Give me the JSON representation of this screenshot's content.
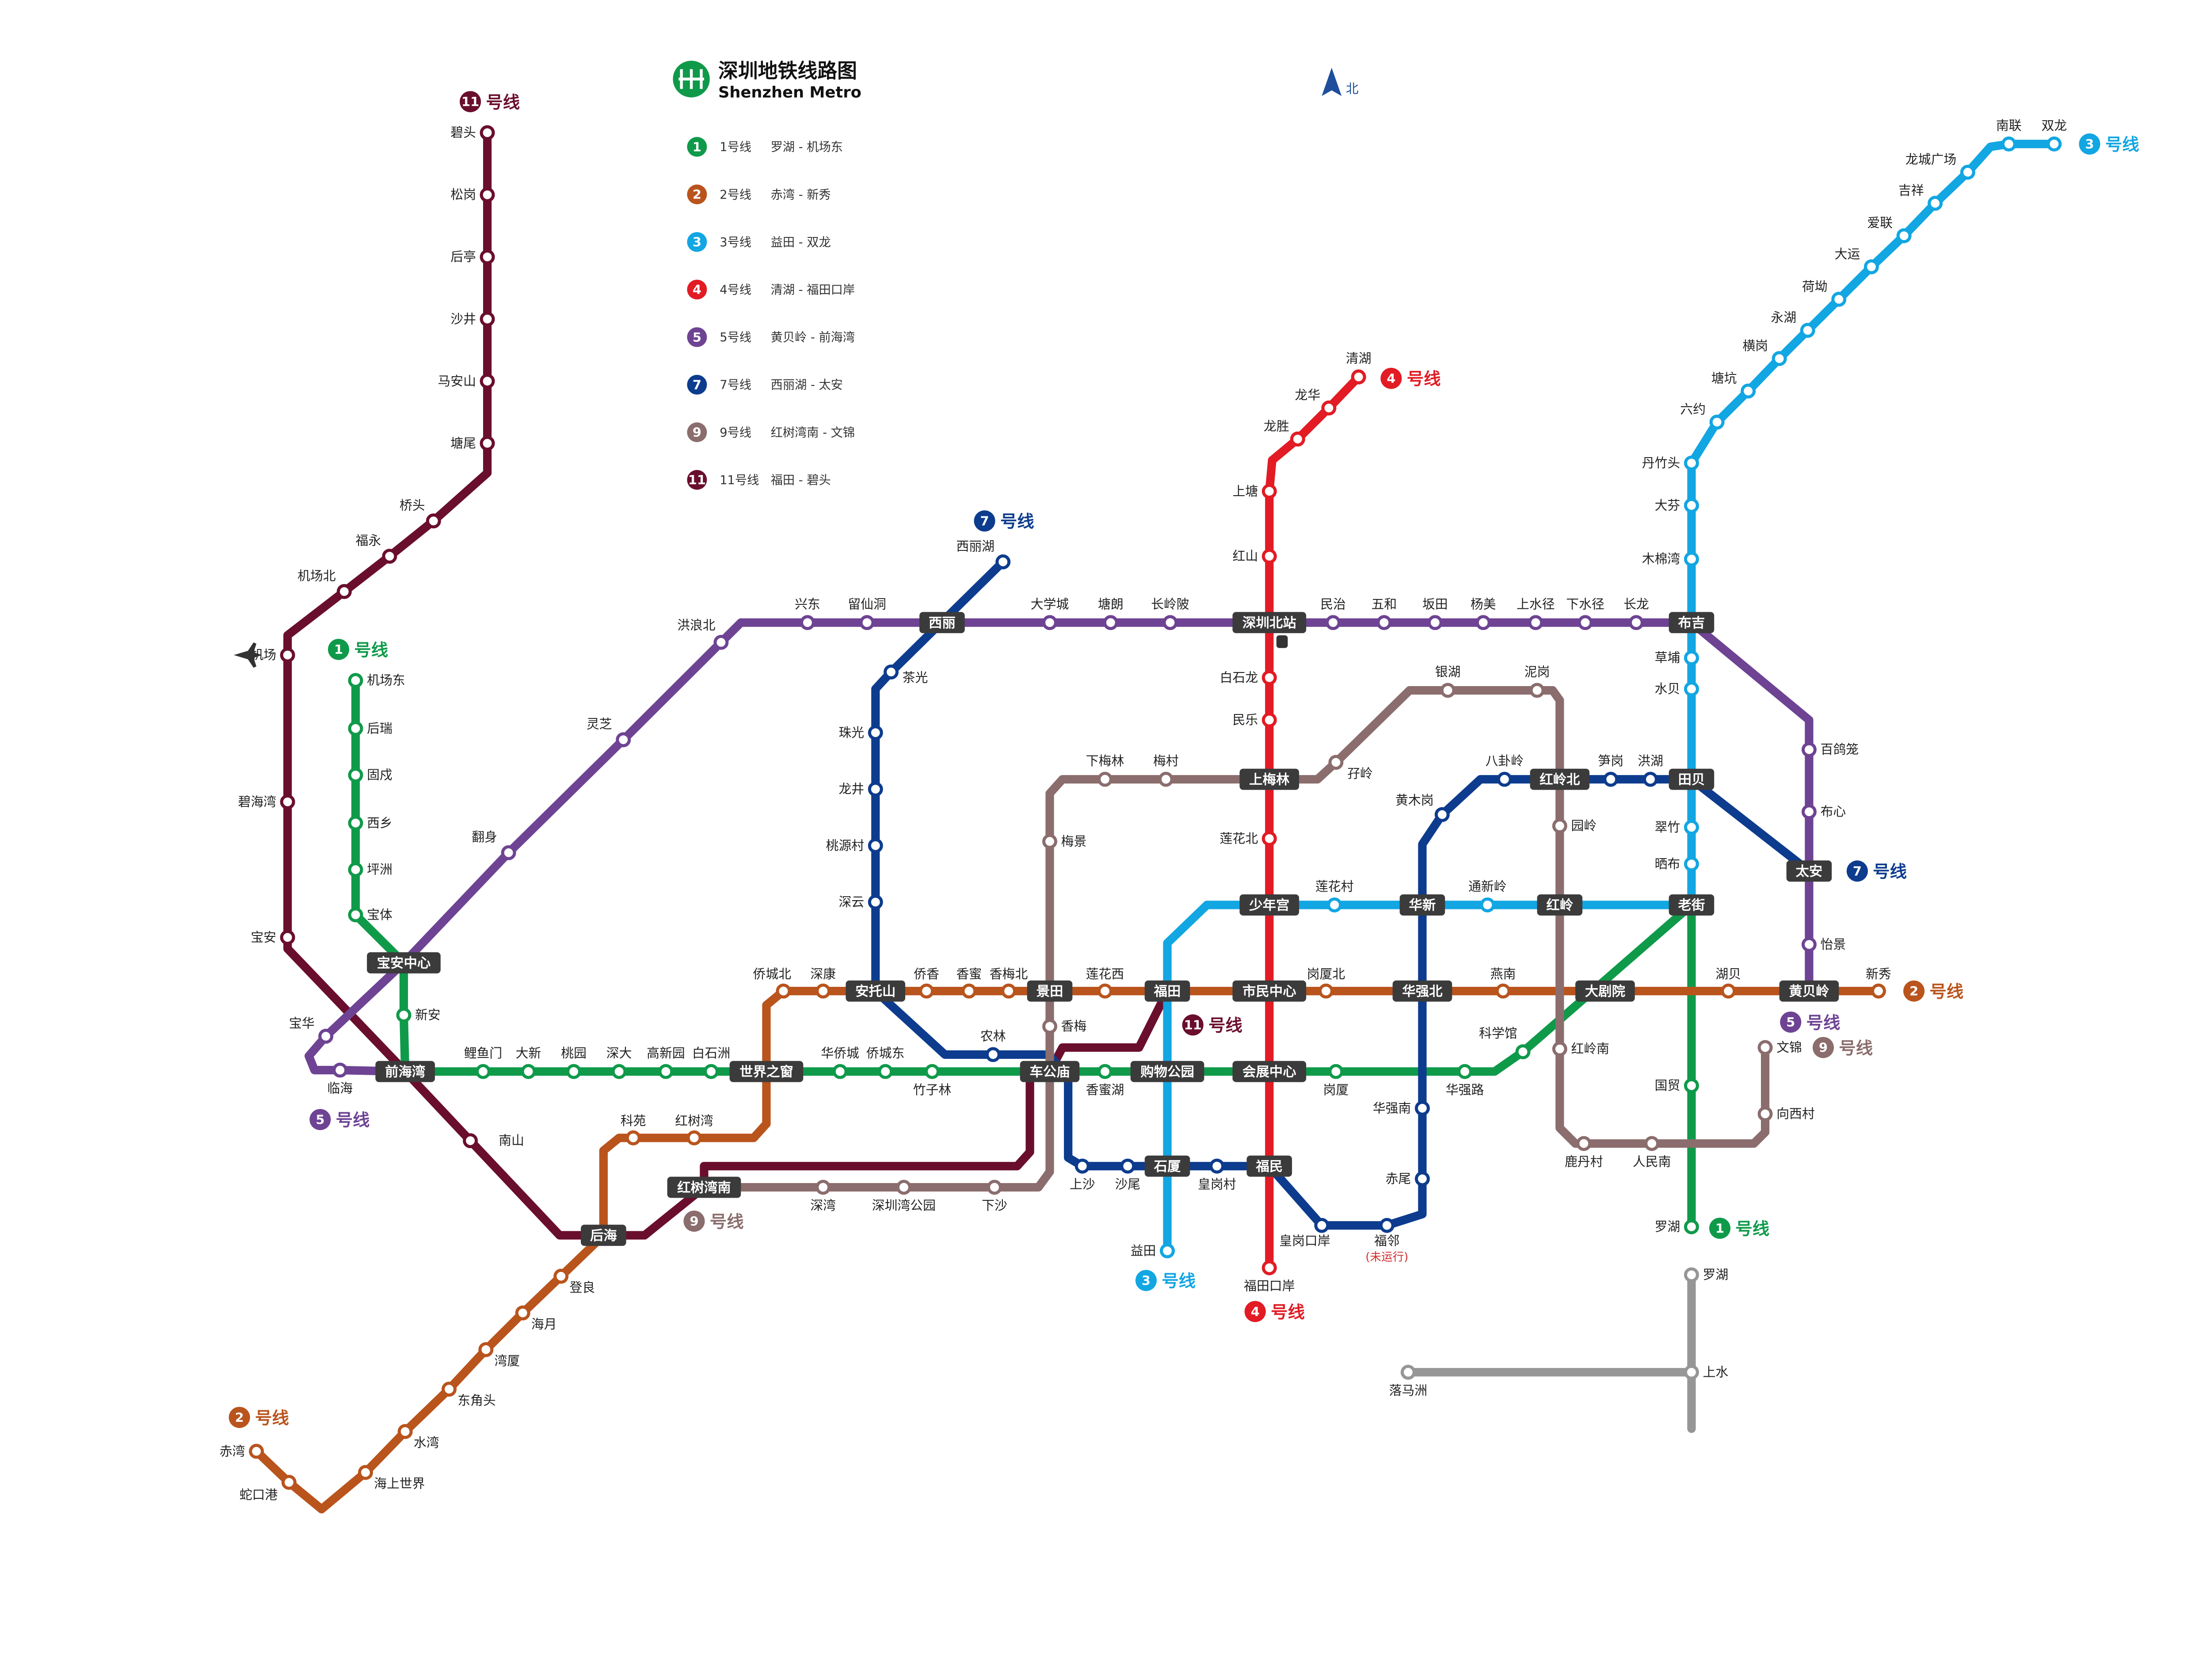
{
  "title": {
    "zh": "深圳地铁线路图",
    "en": "Shenzhen Metro"
  },
  "north_label": "北",
  "lines": [
    {
      "id": "L1",
      "number": "1",
      "name": "1号线",
      "label": "号线",
      "termini": "罗湖 - 机场东",
      "color": "#0f9a4a"
    },
    {
      "id": "L2",
      "number": "2",
      "name": "2号线",
      "label": "号线",
      "termini": "赤湾 - 新秀",
      "color": "#b9541d"
    },
    {
      "id": "L3",
      "number": "3",
      "name": "3号线",
      "label": "号线",
      "termini": "益田 - 双龙",
      "color": "#12a6e2"
    },
    {
      "id": "L4",
      "number": "4",
      "name": "4号线",
      "label": "号线",
      "termini": "清湖 - 福田口岸",
      "color": "#e21b24"
    },
    {
      "id": "L5",
      "number": "5",
      "name": "5号线",
      "label": "号线",
      "termini": "黄贝岭 - 前海湾",
      "color": "#6e4393"
    },
    {
      "id": "L7",
      "number": "7",
      "name": "7号线",
      "label": "号线",
      "termini": "西丽湖 - 太安",
      "color": "#0d3c8e"
    },
    {
      "id": "L9",
      "number": "9",
      "name": "9号线",
      "label": "号线",
      "termini": "红树湾南 - 文锦",
      "color": "#8b6d6d"
    },
    {
      "id": "L11",
      "number": "11",
      "name": "11号线",
      "label": "号线",
      "termini": "福田 - 碧头",
      "color": "#6a0e2e"
    }
  ],
  "extension_line_color": "#969696",
  "interchanges": {
    "I1": "宝安中心",
    "I2": "前海湾",
    "I3": "世界之窗",
    "I4": "车公庙",
    "I5": "购物公园",
    "I6": "会展中心",
    "I7": "西丽",
    "I8": "深圳北站",
    "I9": "布吉",
    "I10": "上梅林",
    "I11": "少年宫",
    "I12": "华新",
    "I13": "红岭",
    "I14": "老街",
    "I15": "红岭北",
    "I16": "田贝",
    "I17": "太安",
    "I18": "安托山",
    "I19": "景田",
    "I20": "福田",
    "I21": "市民中心",
    "I22": "华强北",
    "I23": "大剧院",
    "I24": "黄贝岭",
    "I25": "石厦",
    "I26": "福民",
    "I27": "红树湾南",
    "I28": "后海"
  },
  "stations": {
    "A1": "碧头",
    "A2": "松岗",
    "A3": "后亭",
    "A4": "沙井",
    "A5": "马安山",
    "A6": "塘尾",
    "A7": "桥头",
    "A8": "福永",
    "A9": "机场北",
    "A10": "机场",
    "A11": "碧海湾",
    "A12": "宝安",
    "A13": "南山",
    "B1": "机场东",
    "B2": "后瑞",
    "B3": "固戍",
    "B4": "西乡",
    "B5": "坪洲",
    "B6": "宝体",
    "B7": "新安",
    "B8": "鲤鱼门",
    "B9": "大新",
    "B10": "桃园",
    "B11": "深大",
    "B12": "高新园",
    "B13": "白石洲",
    "B14": "华侨城",
    "B15": "侨城东",
    "B16": "竹子林",
    "B17": "香蜜湖",
    "B18": "岗厦",
    "B19": "华强路",
    "B20": "科学馆",
    "B21": "国贸",
    "B22": "罗湖",
    "C1": "赤湾",
    "C2": "蛇口港",
    "C3": "海上世界",
    "C4": "水湾",
    "C5": "东角头",
    "C6": "湾厦",
    "C7": "海月",
    "C8": "登良",
    "C9": "科苑",
    "C10": "红树湾",
    "C11": "侨城北",
    "C12": "深康",
    "C13": "侨香",
    "C14": "香蜜",
    "C15": "香梅北",
    "C16": "莲花西",
    "C17": "岗厦北",
    "C18": "燕南",
    "C19": "湖贝",
    "C20": "新秀",
    "D1": "益田",
    "D2": "莲花村",
    "D3": "通新岭",
    "D4": "晒布",
    "D5": "翠竹",
    "D6": "水贝",
    "D7": "草埔",
    "D8": "木棉湾",
    "D9": "大芬",
    "D10": "丹竹头",
    "D11": "六约",
    "D12": "塘坑",
    "D13": "横岗",
    "D14": "永湖",
    "D15": "荷坳",
    "D16": "大运",
    "D17": "爱联",
    "D18": "吉祥",
    "D19": "龙城广场",
    "D20": "南联",
    "D21": "双龙",
    "E1": "福田口岸",
    "E2": "莲花北",
    "E3": "民乐",
    "E4": "白石龙",
    "E5": "红山",
    "E6": "上塘",
    "E7": "龙胜",
    "E8": "龙华",
    "E9": "清湖",
    "F1": "临海",
    "F2": "宝华",
    "F3": "翻身",
    "F4": "灵芝",
    "F5": "洪浪北",
    "F6": "兴东",
    "F7": "留仙洞",
    "F8": "大学城",
    "F9": "塘朗",
    "F10": "长岭陂",
    "F11": "民治",
    "F12": "五和",
    "F13": "坂田",
    "F14": "杨美",
    "F15": "上水径",
    "F16": "下水径",
    "F17": "长龙",
    "F18": "百鸽笼",
    "F19": "布心",
    "F20": "怡景",
    "G1": "西丽湖",
    "G2": "茶光",
    "G3": "珠光",
    "G4": "龙井",
    "G5": "桃源村",
    "G6": "深云",
    "G7": "农林",
    "G8": "上沙",
    "G9": "沙尾",
    "G10": "皇岗村",
    "G11": "皇岗口岸",
    "G12": "福邻",
    "G13": "赤尾",
    "G14": "华强南",
    "G15": "黄木岗",
    "G16": "八卦岭",
    "G17": "笋岗",
    "G18": "洪湖",
    "H1": "深湾",
    "H2": "深圳湾公园",
    "H3": "下沙",
    "H4": "香梅",
    "H5": "梅景",
    "H6": "下梅林",
    "H7": "梅村",
    "H8": "孖岭",
    "H9": "银湖",
    "H10": "泥岗",
    "H11": "园岭",
    "H12": "红岭南",
    "H13": "鹿丹村",
    "H14": "人民南",
    "H15": "向西村",
    "H16": "文锦",
    "X1": "罗湖",
    "X2": "上水",
    "X3": "落马洲"
  },
  "station_notes": {
    "G12": "(未运行)"
  }
}
